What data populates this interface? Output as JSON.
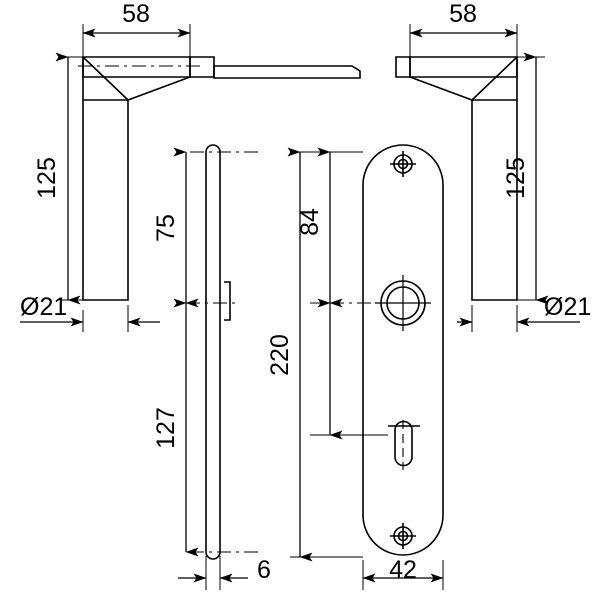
{
  "drawing": {
    "title": "Door Handle Set Technical Drawing",
    "type": "engineering-dimensioned-drawing",
    "units": "mm",
    "background_color": "#ffffff",
    "line_color": "#000000",
    "views": [
      {
        "name": "left-lever-side-view",
        "description": "Left lever handle with spindle, side elevation"
      },
      {
        "name": "backplate-edge-view",
        "description": "Narrow edge profile of the backplate"
      },
      {
        "name": "backplate-face-view",
        "description": "Backplate front face with screw holes, spindle hole and key slot"
      },
      {
        "name": "right-lever-side-view",
        "description": "Right lever handle, mirrored side elevation"
      }
    ]
  },
  "dimensions": {
    "lever_left_width": "58",
    "lever_left_height": "125",
    "lever_left_diameter": "Ø21",
    "lever_right_width": "58",
    "lever_right_height": "125",
    "lever_right_diameter": "Ø21",
    "edge_upper_span": "75",
    "edge_lower_span": "127",
    "edge_thickness": "6",
    "plate_height": "220",
    "plate_top_to_spindle": "84",
    "plate_width": "42"
  },
  "labels": {
    "d58_left": "58",
    "d58_right": "58",
    "d125_left": "125",
    "d125_right": "125",
    "d21_left": "Ø21",
    "d21_right": "Ø21",
    "d75": "75",
    "d127": "127",
    "d6": "6",
    "d220": "220",
    "d84": "84",
    "d42": "42"
  },
  "features": {
    "top_screw_hole": "screw-hole-crosshair",
    "spindle_hole": "spindle-hole-concentric",
    "key_slot": "key-slot-oval",
    "bottom_screw_hole": "screw-hole-crosshair"
  }
}
